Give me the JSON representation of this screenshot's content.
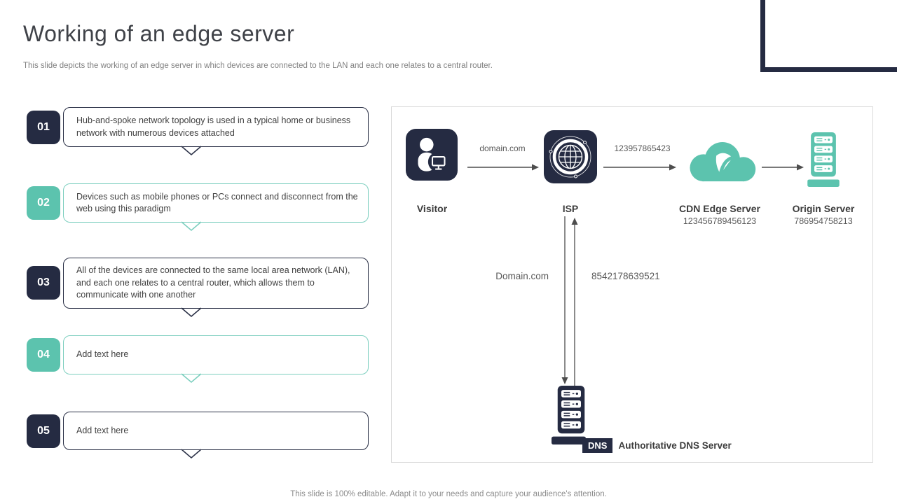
{
  "slide": {
    "title": "Working of an edge server",
    "subtitle": "This slide depicts the working of an edge server in which devices are connected to the LAN and each one relates to a central router.",
    "footer": "This slide is 100% editable. Adapt it to your needs and capture your audience's attention."
  },
  "colors": {
    "navy": "#252b42",
    "teal": "#5cc3ae",
    "teal_border": "#7dcfbf",
    "arrow_gray": "#4d4d4d",
    "text_dark": "#3c3c3c",
    "text_gray": "#595959"
  },
  "steps": [
    {
      "number": "01",
      "accent": "navy",
      "text": "Hub-and-spoke network topology is used in a typical home or business network with numerous devices attached"
    },
    {
      "number": "02",
      "accent": "teal",
      "text": "Devices such as mobile phones or PCs connect and disconnect from the web using this paradigm"
    },
    {
      "number": "03",
      "accent": "navy",
      "text": "All of the devices are connected to the same local area network (LAN), and each one relates to a central router, which allows them to communicate with one another"
    },
    {
      "number": "04",
      "accent": "teal",
      "text": "Add text here"
    },
    {
      "number": "05",
      "accent": "navy",
      "text": "Add text here"
    }
  ],
  "diagram": {
    "visitor": {
      "label": "Visitor"
    },
    "isp": {
      "label": "ISP"
    },
    "cdn": {
      "label": "CDN Edge Server",
      "value": "123456789456123"
    },
    "origin": {
      "label": "Origin Server",
      "value": "786954758213"
    },
    "dns": {
      "badge": "DNS",
      "label": "Authoritative DNS Server"
    },
    "edges": {
      "visitor_to_isp": "domain.com",
      "isp_to_cdn": "123957865423",
      "isp_to_dns": "Domain.com",
      "dns_to_isp": "8542178639521"
    }
  }
}
